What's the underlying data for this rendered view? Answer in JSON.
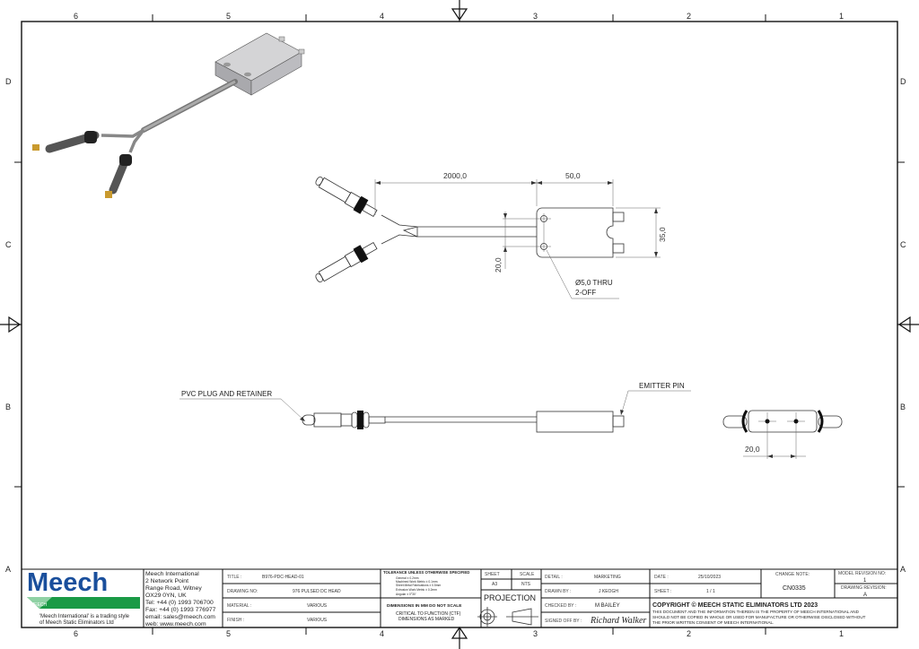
{
  "grid": {
    "columns": [
      "6",
      "5",
      "4",
      "3",
      "2",
      "1"
    ],
    "rows": [
      "D",
      "C",
      "B",
      "A"
    ]
  },
  "plan_view": {
    "dim_length": "2000,0",
    "dim_box_length": "50,0",
    "dim_box_width": "35,0",
    "dim_hole_pitch": "20,0",
    "hole_note_line1": "Ø5,0 THRU",
    "hole_note_line2": "2-OFF"
  },
  "side_view": {
    "label_plug": "PVC PLUG AND RETAINER",
    "label_pin": "EMITTER PIN"
  },
  "end_view": {
    "dim_pitch": "20,0"
  },
  "title_block": {
    "logo_text": "Meech",
    "logo_sub": "MEECH",
    "trading_style_line1": "'Meech International' is a trading style",
    "trading_style_line2": "of Meech Static Eliminators Ltd",
    "address": [
      "Meech International",
      "2 Network Point",
      "Range Road, Witney",
      "OX29 0YN, UK",
      "Tel:  +44 (0) 1993 706700",
      "Fax: +44 (0) 1993 776977",
      "email:  sales@meech.com",
      "web:  www.meech.com"
    ],
    "title_label": "TITLE :",
    "title_value": "B976-PDC-HEAD-01",
    "drawing_no_label": "DRAWING NO:",
    "drawing_no_value": "976 PULSED DC HEAD",
    "material_label": "MATERIAL :",
    "material_value": "VARIOUS",
    "finish_label": "FINISH :",
    "finish_value": "VARIOUS",
    "tolerance_heading": "TOLERANCE UNLESS OTHERWISE SPECIFIED",
    "tolerance_lines": [
      "General ± 0.2mm",
      "Machined Work Metric ± 0.1mm",
      "Sheet Metal Fabrications ± 0.5mm",
      "Extrusion Work Metric ± 0.2mm",
      "Angular ± 0°30'"
    ],
    "dimensions_note": "DIMENSIONS IN MM DO NOT SCALE",
    "ctf_line1": "CRITICAL TO FUNCTION (CTF)",
    "ctf_line2": "DIMENSIONS AS MARKED",
    "sheet_label": "SHEET",
    "sheet_value": "A3",
    "scale_label": "SCALE",
    "scale_value": "NTS",
    "projection_label": "PROJECTION",
    "detail_label": "DETAIL :",
    "detail_value": "MARKETING",
    "drawn_by_label": "DRAWN BY :",
    "drawn_by_value": "J KEOGH",
    "checked_by_label": "CHECKED BY :",
    "checked_by_value": "M BAILEY",
    "signed_off_label": "SIGNED OFF BY :",
    "signed_off_value": "Richard Walker",
    "date_label": "DATE :",
    "date_value": "25/10/2023",
    "sheet_no_label": "SHEET :",
    "sheet_no_value": "1 / 1",
    "change_note_label": "CHANGE NOTE:",
    "change_note_value": "CN0335",
    "model_revision_label": "MODEL REVISION NO:",
    "model_revision_value": "1",
    "drawing_revision_label": "DRAWING REVISION:",
    "drawing_revision_value": "A",
    "copyright_heading": "COPYRIGHT © MEECH STATIC ELIMINATORS LTD 2023",
    "copyright_lines": [
      "THIS DOCUMENT AND THE INFORMATION THEREIN IS THE PROPERTY OF MEECH INTERNATIONAL AND",
      "SHOULD NOT BE COPIED IN WHOLE OR USED FOR MANUFACTURE OR OTHERWISE DISCLOSED WITHOUT",
      "THE PRIOR WRITTEN CONSENT OF MEECH INTERNATIONAL."
    ]
  },
  "colors": {
    "brand_blue": "#1a4f9c",
    "brand_green": "#1a9a46",
    "line": "#333333"
  }
}
